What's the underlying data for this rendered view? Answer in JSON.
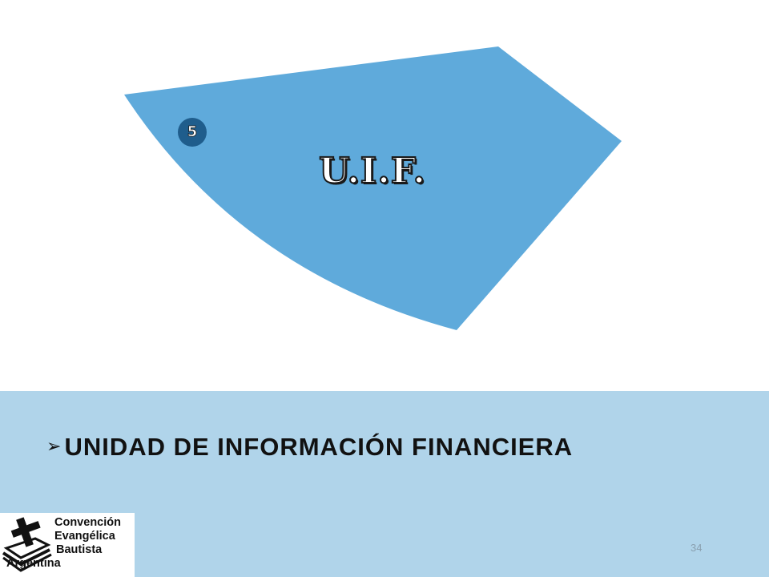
{
  "shape": {
    "title": "U.I.F.",
    "badge": "5",
    "fill_color": "#5faadb"
  },
  "banner": {
    "bullet_icon": "arrow-right-icon",
    "text": "UNIDAD DE INFORMACIÓN FINANCIERA",
    "background_color": "#b0d4ea"
  },
  "page_number": "34",
  "logo": {
    "line1": "Convención",
    "line2": "Evangélica",
    "line3": "Bautista",
    "line4": "Argentina"
  }
}
